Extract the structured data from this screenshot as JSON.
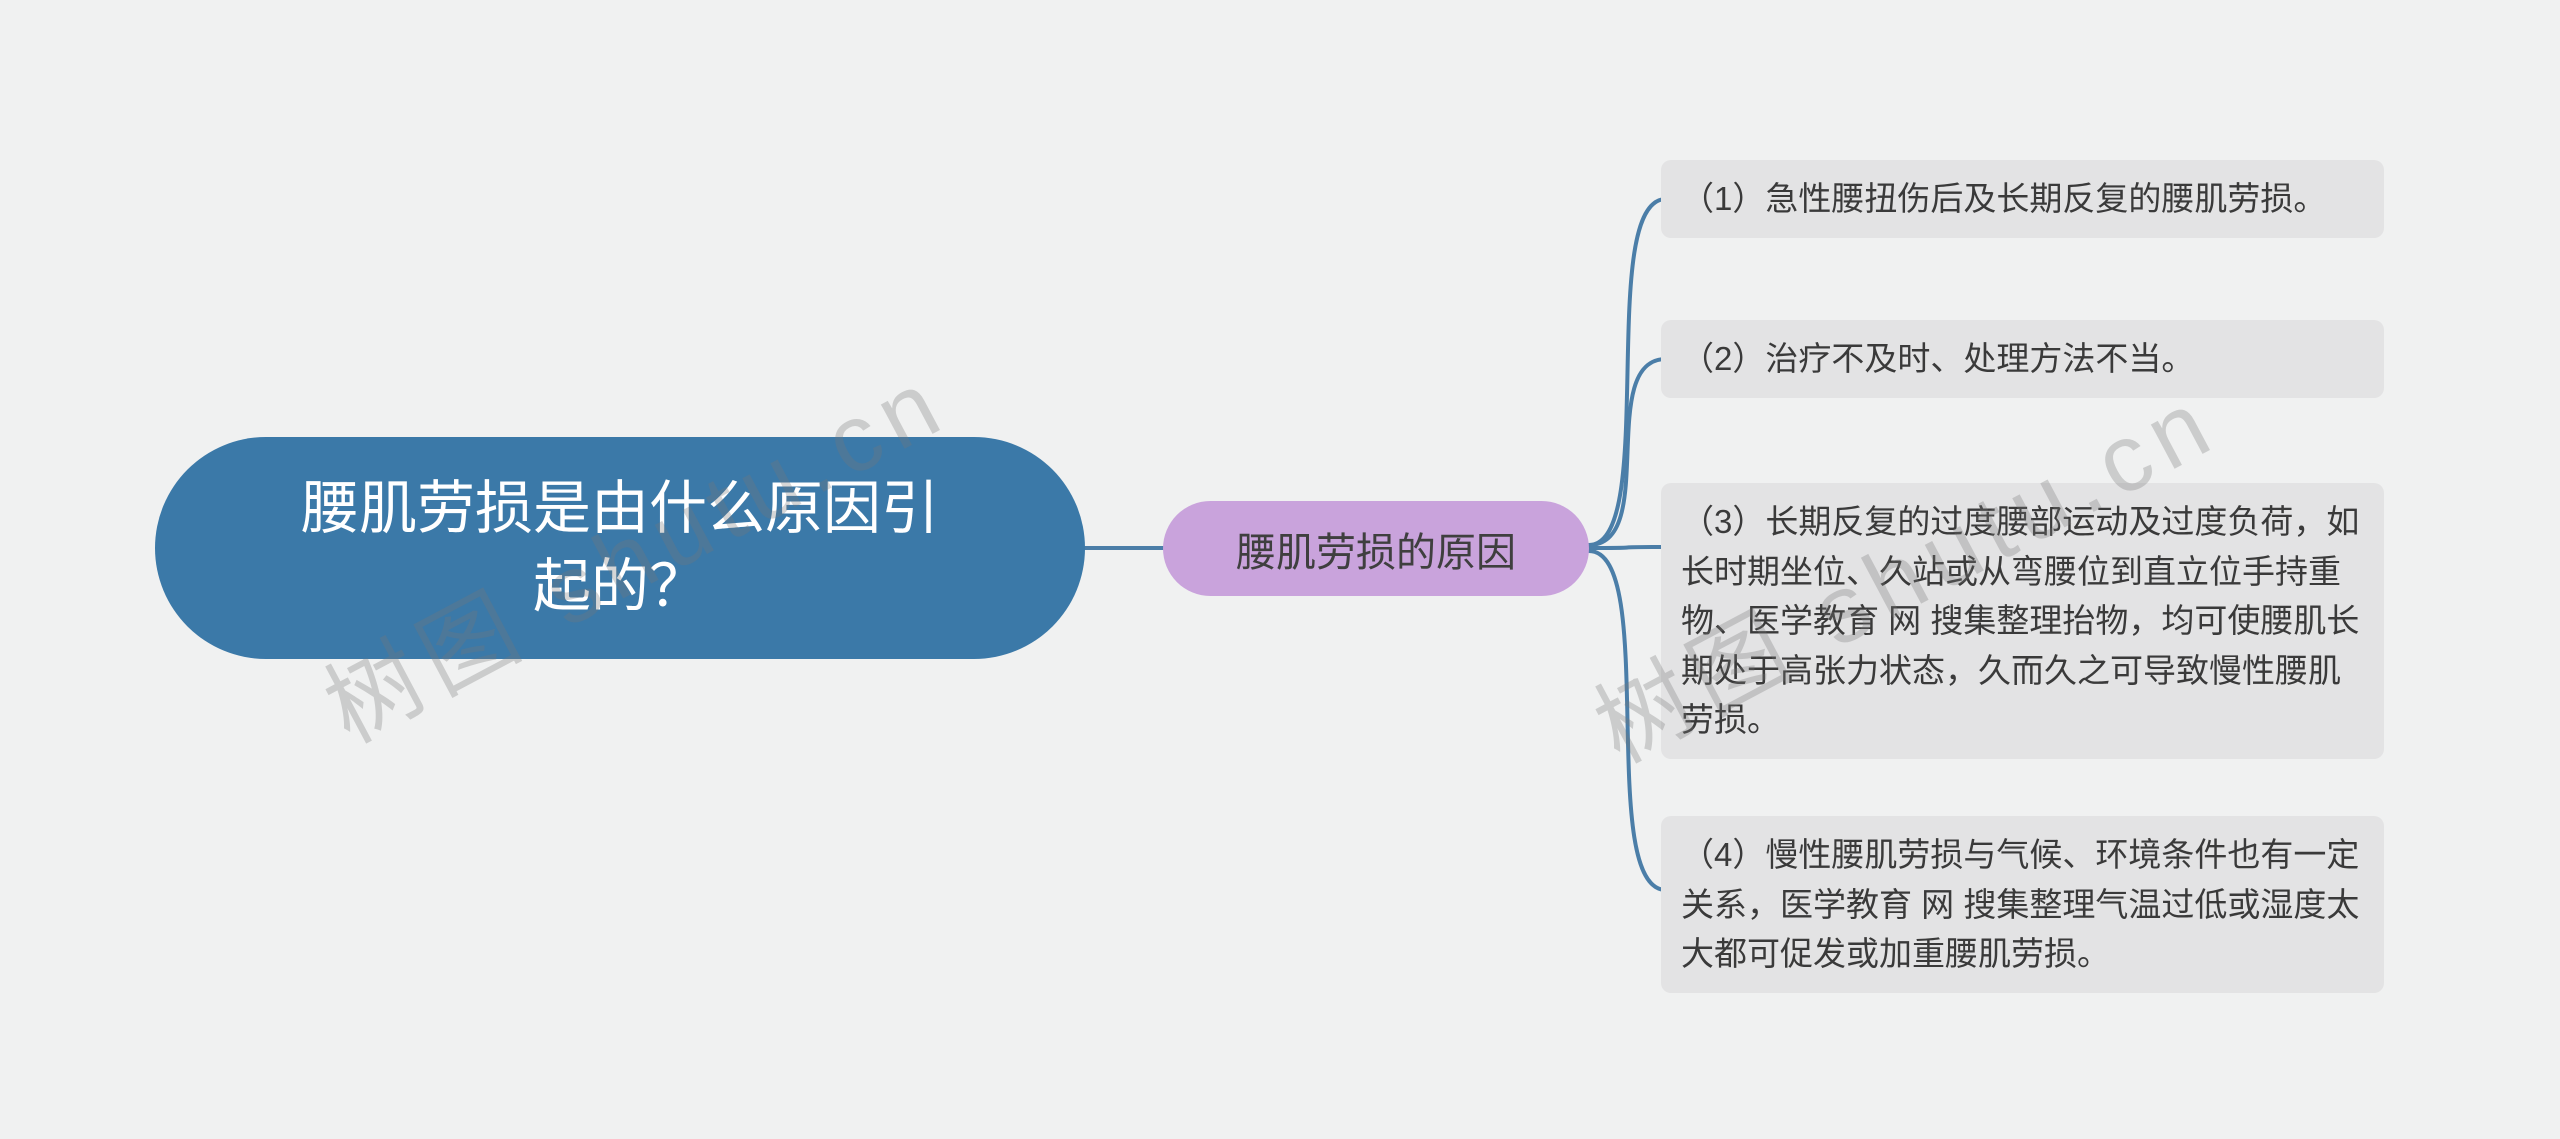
{
  "page": {
    "background_color": "#f0f1f1"
  },
  "root": {
    "label": "腰肌劳损是由什么原因引起的？",
    "fill_color": "#3b79a8",
    "text_color": "#ffffff"
  },
  "branch": {
    "label": "腰肌劳损的原因",
    "fill_color": "#c9a3dc",
    "text_color": "#3f3f3f"
  },
  "leaves": [
    {
      "label": "（1）急性腰扭伤后及长期反复的腰肌劳损。"
    },
    {
      "label": "（2）治疗不及时、处理方法不当。"
    },
    {
      "label": "（3）长期反复的过度腰部运动及过度负荷，如长时期坐位、久站或从弯腰位到直立位手持重物、医学教育 网 搜集整理抬物，均可使腰肌长期处于高张力状态，久而久之可导致慢性腰肌劳损。"
    },
    {
      "label": "（4）慢性腰肌劳损与气候、环境条件也有一定关系，医学教育 网 搜集整理气温过低或湿度太大都可促发或加重腰肌劳损。"
    }
  ],
  "leaf_style": {
    "fill_color": "#e3e3e4",
    "text_color": "#3a3a3a"
  },
  "connector_color": "#4b7ea8",
  "watermark": {
    "text": "树图 shutu.cn"
  }
}
